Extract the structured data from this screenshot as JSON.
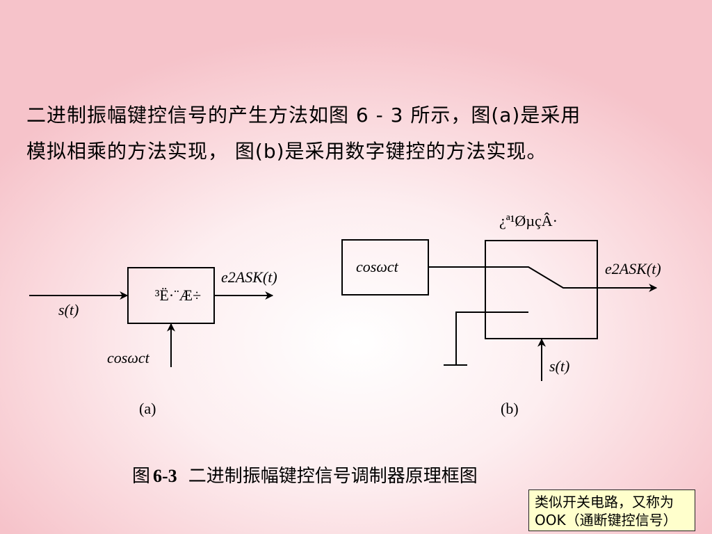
{
  "intro": {
    "line1": "二进制振幅键控信号的产生方法如图 6 - 3 所示，图(a)是采用",
    "line2": "模拟相乘的方法实现， 图(b)是采用数字键控的方法实现。"
  },
  "diagram_a": {
    "block_label": "³Ë·¨Æ÷",
    "input_label": "s(t)",
    "carrier_label": "cosωct",
    "output_label": "e2ASK(t)",
    "panel_label": "(a)"
  },
  "diagram_b": {
    "switch_label": "¿ª¹ØµçÂ·",
    "carrier_label": "cosωct",
    "output_label": "e2ASK(t)",
    "control_label": "s(t)",
    "panel_label": "(b)"
  },
  "caption": {
    "prefix": "图",
    "number": "6-3",
    "text": "二进制振幅键控信号调制器原理框图"
  },
  "note": {
    "line1": "类似开关电路，又称为",
    "line2": "OOK（通断键控信号）"
  }
}
